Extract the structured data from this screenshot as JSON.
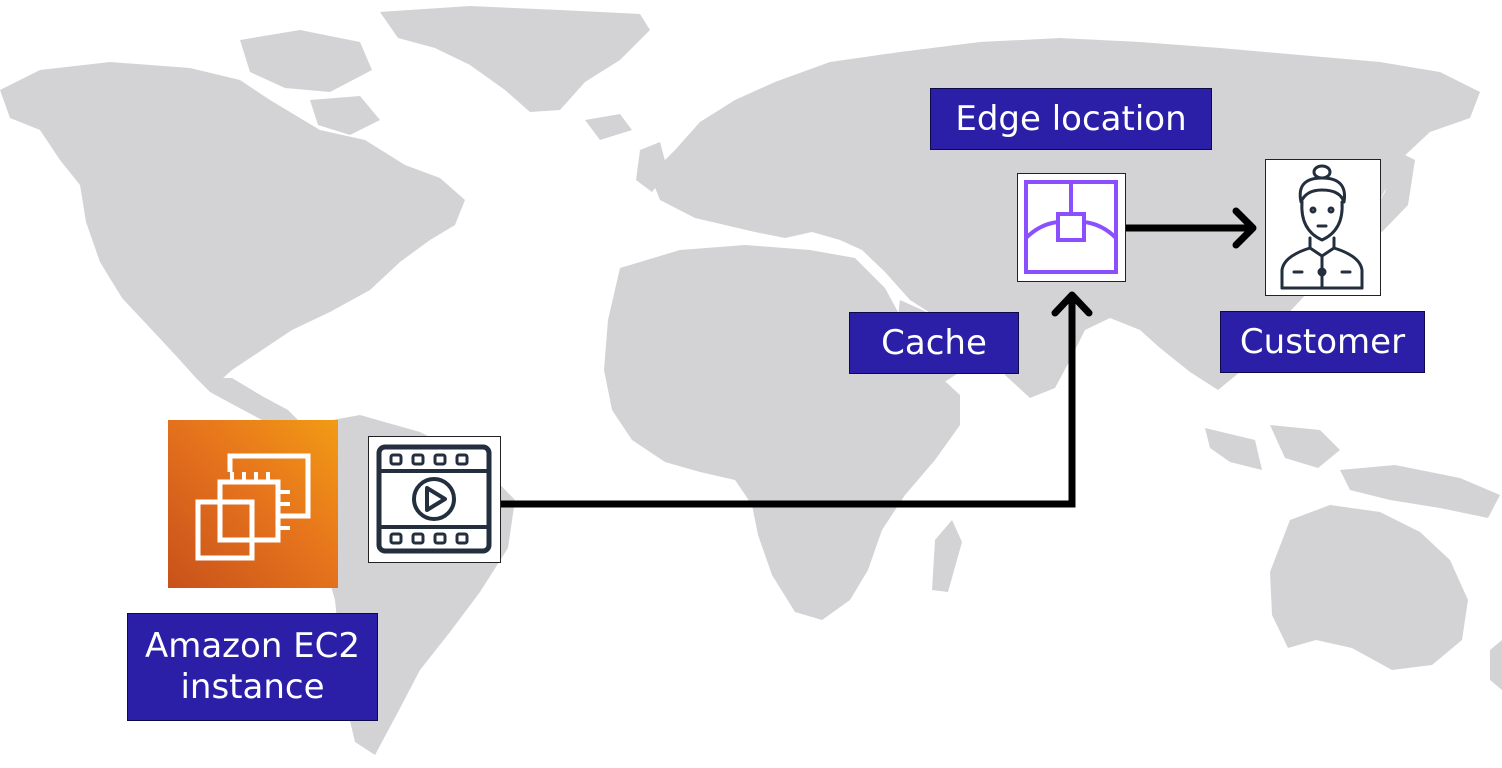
{
  "labels": {
    "edge_location": "Edge location",
    "cache": "Cache",
    "customer": "Customer",
    "ec2_line1": "Amazon EC2",
    "ec2_line2": "instance"
  },
  "icons": {
    "ec2": "ec2-chip-icon",
    "video": "video-file-icon",
    "edge": "edge-location-icon",
    "customer": "customer-person-icon"
  },
  "colors": {
    "label_bg": "#2a1fa6",
    "label_text": "#ffffff",
    "map_land": "#d3d3d5",
    "ec2_orange": "#e6741c",
    "edge_purple": "#8c4fff",
    "arrow": "#000000"
  }
}
